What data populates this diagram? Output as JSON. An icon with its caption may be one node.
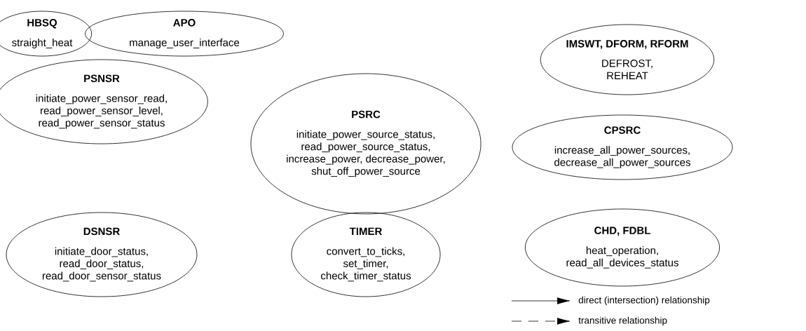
{
  "diagram": {
    "nodes": [
      {
        "text": [
          "HBSQ",
          "straight_heat"
        ]
      },
      {
        "text": [
          "APO",
          "manage_user_interface"
        ]
      },
      {
        "text": [
          "PSNSR",
          "initiate_power_sensor_read, read_power_sensor_level, read_power_sensor_status"
        ]
      },
      {
        "text": [
          "PSRC",
          "initiate_power_source_status, read_power_source_status, increase_power, decrease_power, shut_off_power_source"
        ]
      },
      {
        "text": [
          "DSNSR",
          "initiate_door_status, read_door_status, read_door_sensor_status"
        ]
      },
      {
        "text": [
          "TIMER",
          "convert_to_ticks, set_timer, check_timer_status"
        ]
      },
      {
        "text": [
          "IMSWT, DFORM, RFORM",
          "DEFROST, REHEAT"
        ]
      },
      {
        "text": [
          "CPSRC",
          "increase_all_power_sources, decrease_all_power_sources"
        ]
      },
      {
        "text": [
          "CHD, FDBL",
          "heat_operation, read_all_devices_status"
        ]
      }
    ],
    "legend": [
      {
        "text": "direct (intersection) relationship"
      },
      {
        "text": "transitive relationship"
      }
    ]
  }
}
